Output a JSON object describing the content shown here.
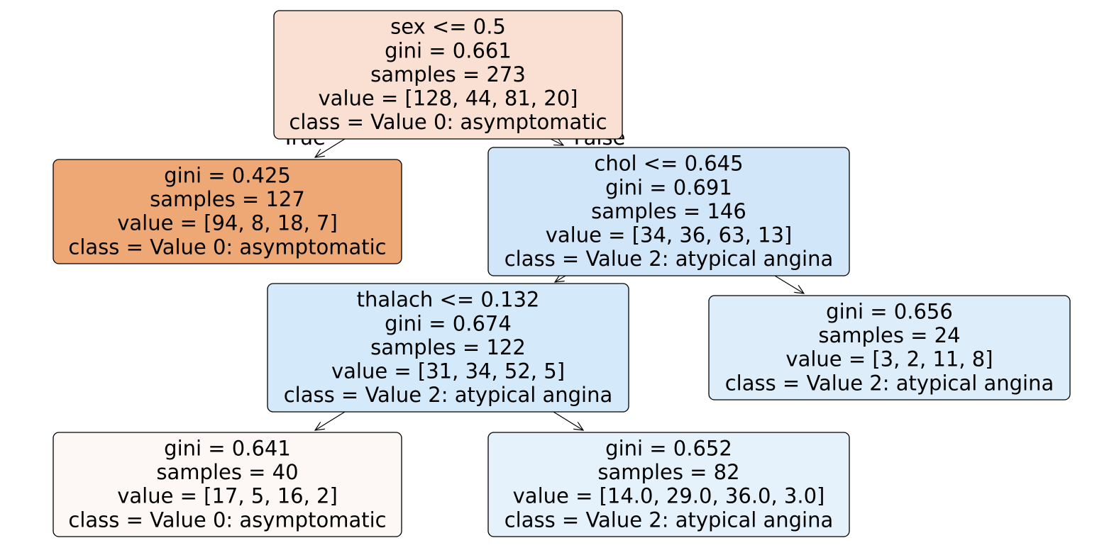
{
  "tree": {
    "nodes": [
      {
        "id": "root",
        "fill": "#f9e0d2",
        "lines": [
          "sex <= 0.5",
          "gini = 0.661",
          "samples = 273",
          "value = [128, 44, 81, 20]",
          "class = Value 0: asymptomatic"
        ]
      },
      {
        "id": "left-leaf",
        "fill": "#eda876",
        "lines": [
          "gini = 0.425",
          "samples = 127",
          "value = [94, 8, 18, 7]",
          "class = Value 0: asymptomatic"
        ]
      },
      {
        "id": "chol-split",
        "fill": "#d1e6f8",
        "lines": [
          "chol <= 0.645",
          "gini = 0.691",
          "samples = 146",
          "value = [34, 36, 63, 13]",
          "class = Value 2: atypical angina"
        ]
      },
      {
        "id": "thalach-split",
        "fill": "#d4e9f9",
        "lines": [
          "thalach <= 0.132",
          "gini = 0.674",
          "samples = 122",
          "value = [31, 34, 52, 5]",
          "class = Value 2: atypical angina"
        ]
      },
      {
        "id": "right-leaf",
        "fill": "#ddeefa",
        "lines": [
          "gini = 0.656",
          "samples = 24",
          "value = [3, 2, 11, 8]",
          "class = Value 2: atypical angina"
        ]
      },
      {
        "id": "bottom-left-leaf",
        "fill": "#fdf8f5",
        "lines": [
          "gini = 0.641",
          "samples = 40",
          "value = [17, 5, 16, 2]",
          "class = Value 0: asymptomatic"
        ]
      },
      {
        "id": "bottom-right-leaf",
        "fill": "#e5f1fb",
        "lines": [
          "gini = 0.652",
          "samples = 82",
          "value = [14.0, 29.0, 36.0, 3.0]",
          "class = Value 2: atypical angina"
        ]
      }
    ],
    "edges": [
      {
        "from": "root",
        "to": "left-leaf",
        "label": "True"
      },
      {
        "from": "root",
        "to": "chol-split",
        "label": "False"
      },
      {
        "from": "chol-split",
        "to": "thalach-split",
        "label": ""
      },
      {
        "from": "chol-split",
        "to": "right-leaf",
        "label": ""
      },
      {
        "from": "thalach-split",
        "to": "bottom-left-leaf",
        "label": ""
      },
      {
        "from": "thalach-split",
        "to": "bottom-right-leaf",
        "label": ""
      }
    ]
  }
}
